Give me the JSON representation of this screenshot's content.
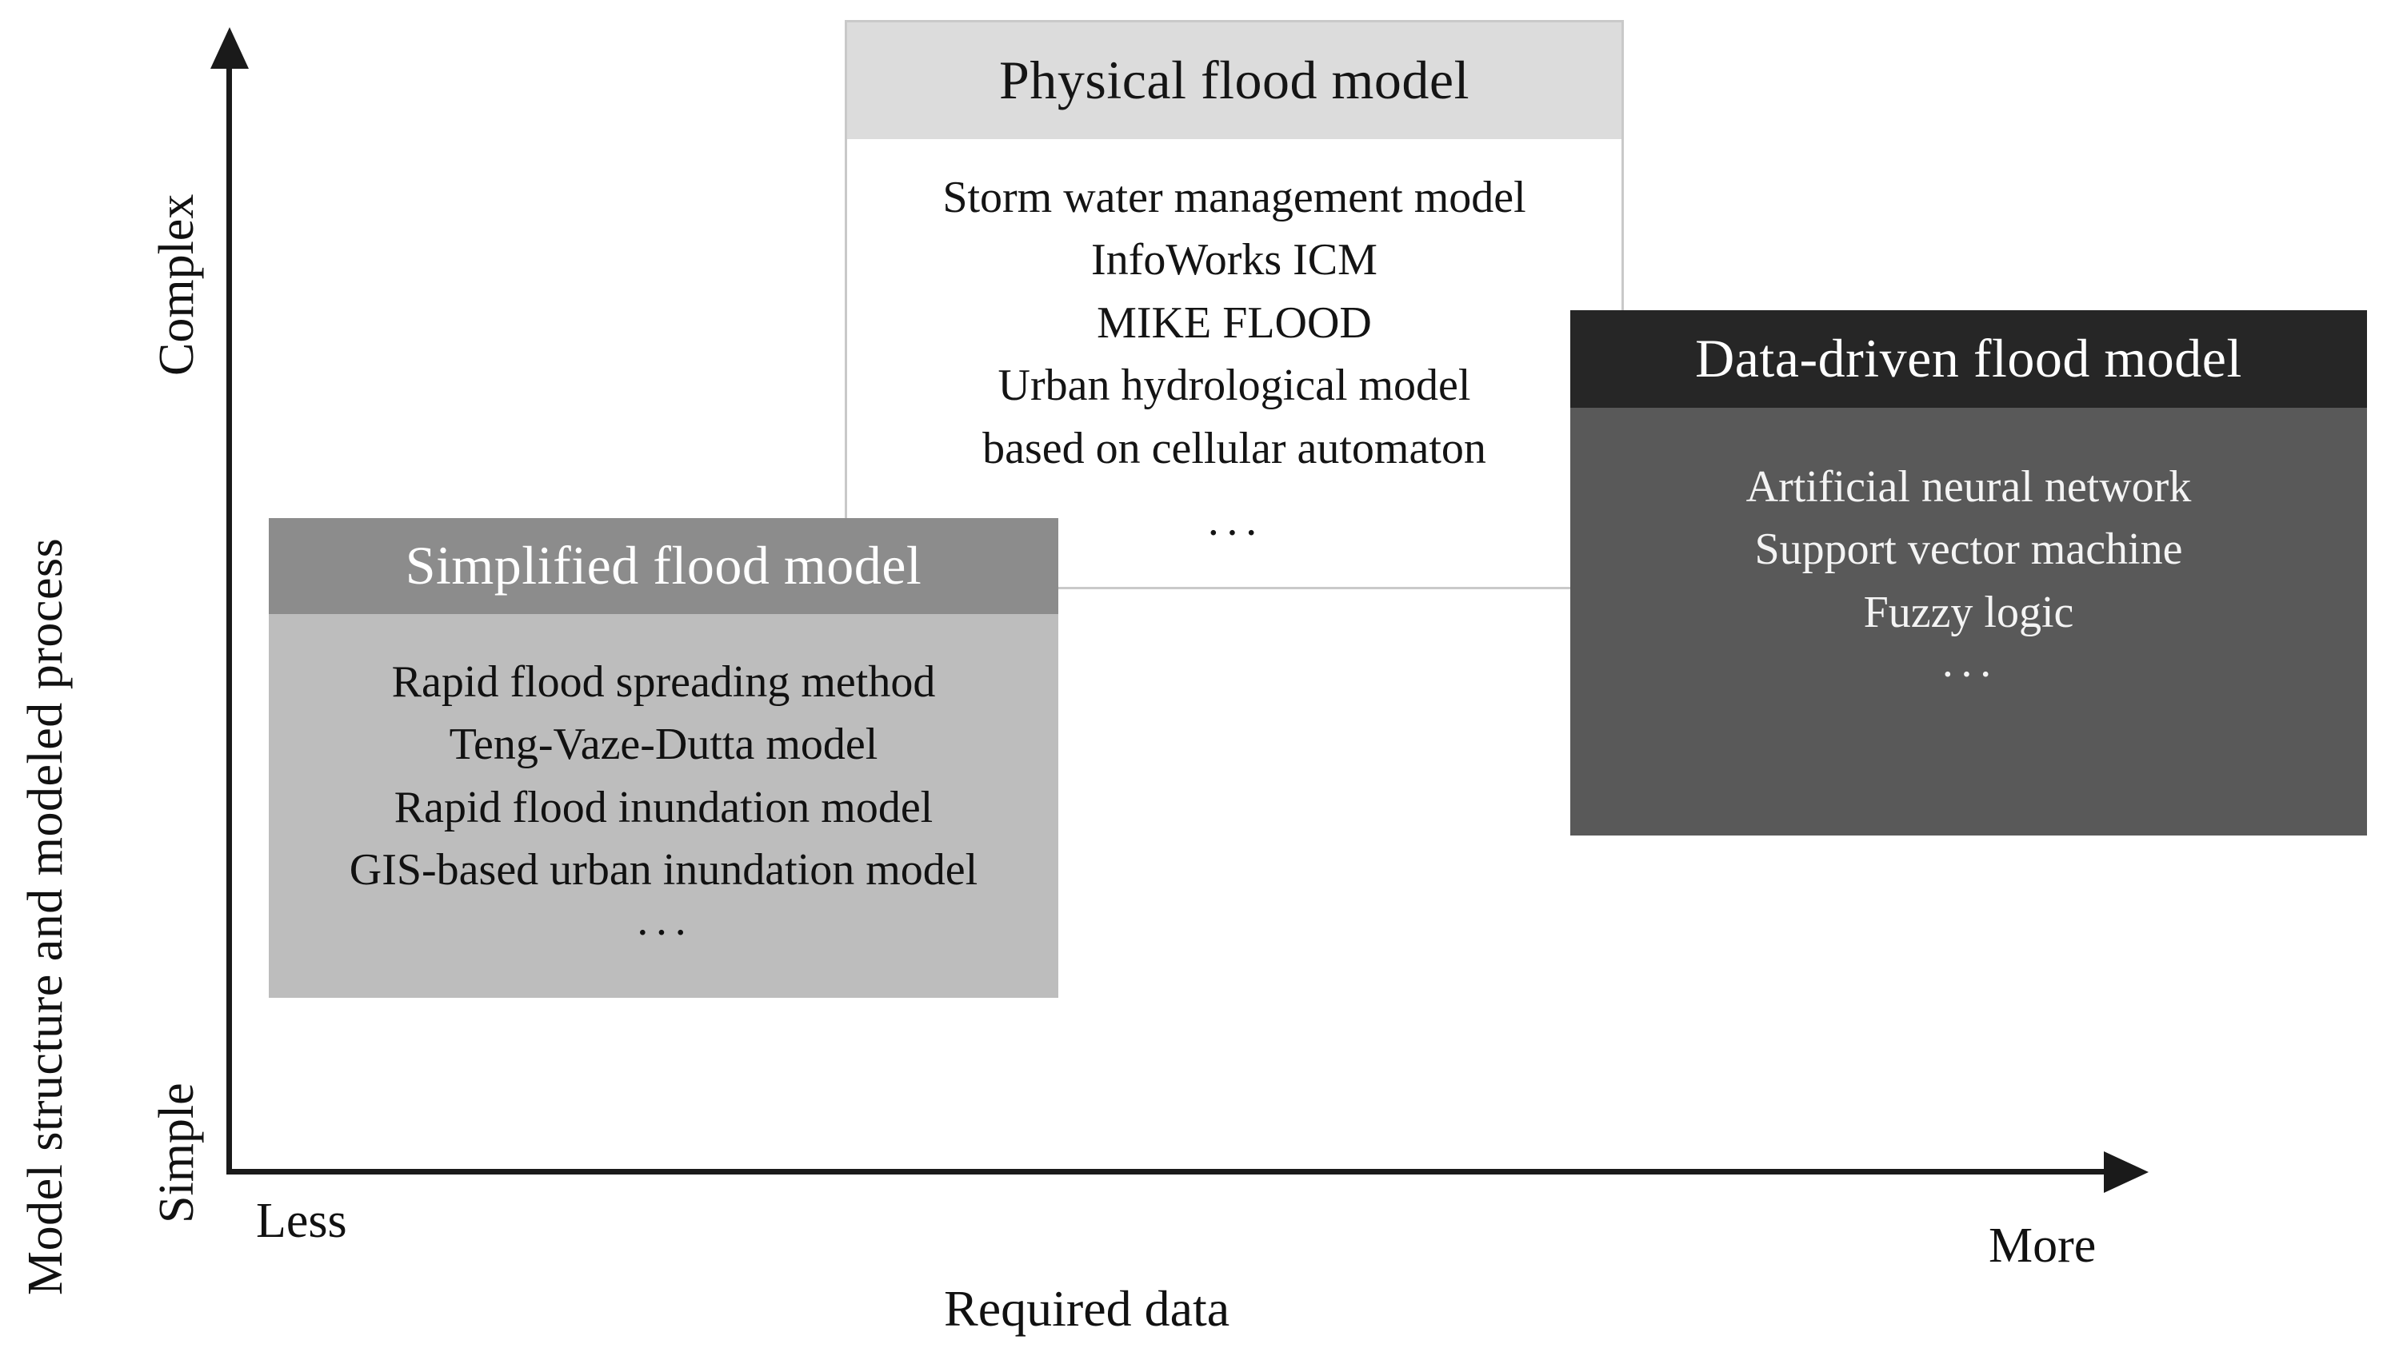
{
  "axes": {
    "y_title": "Model structure and modeled process",
    "y_top_label": "Complex",
    "y_bottom_label": "Simple",
    "x_title": "Required data",
    "x_left_label": "Less",
    "x_right_label": "More"
  },
  "boxes": {
    "physical": {
      "title": "Physical flood model",
      "items": [
        "Storm water management model",
        "InfoWorks ICM",
        "MIKE  FLOOD",
        "Urban hydrological model",
        "based on cellular automaton"
      ],
      "ellipsis": "···",
      "header_color": "#dcdcdc",
      "body_color": "#ffffff",
      "border_color": "#c9c9c9",
      "text_color": "#141414"
    },
    "simplified": {
      "title": "Simplified flood model",
      "items": [
        "Rapid flood spreading method",
        "Teng-Vaze-Dutta model",
        "Rapid flood inundation model",
        "GIS-based urban inundation model"
      ],
      "ellipsis": "···",
      "header_color": "#8c8c8c",
      "body_color": "#bdbdbd",
      "header_text_color": "#ffffff",
      "text_color": "#111111"
    },
    "datadriven": {
      "title": "Data-driven flood model",
      "items": [
        "Artificial neural network",
        "Support vector machine",
        "Fuzzy logic"
      ],
      "ellipsis": "···",
      "header_color": "#262626",
      "body_color": "#595959",
      "header_text_color": "#ffffff",
      "text_color": "#f4f4f4"
    }
  },
  "chart_data": {
    "type": "scatter",
    "title": "",
    "xlabel": "Required data",
    "ylabel": "Model structure and modeled process",
    "x_tick_labels": [
      "Less",
      "More"
    ],
    "y_tick_labels": [
      "Simple",
      "Complex"
    ],
    "grid": false,
    "legend": "none",
    "categories": [
      "Simplified flood model",
      "Physical flood model",
      "Data-driven flood model"
    ],
    "points": [
      {
        "label": "Simplified flood model",
        "x": "low",
        "y": "low-mid",
        "fill": "#bdbdbd"
      },
      {
        "label": "Physical flood model",
        "x": "mid",
        "y": "high",
        "fill": "#ffffff"
      },
      {
        "label": "Data-driven flood model",
        "x": "high",
        "y": "mid-high",
        "fill": "#595959"
      }
    ]
  }
}
